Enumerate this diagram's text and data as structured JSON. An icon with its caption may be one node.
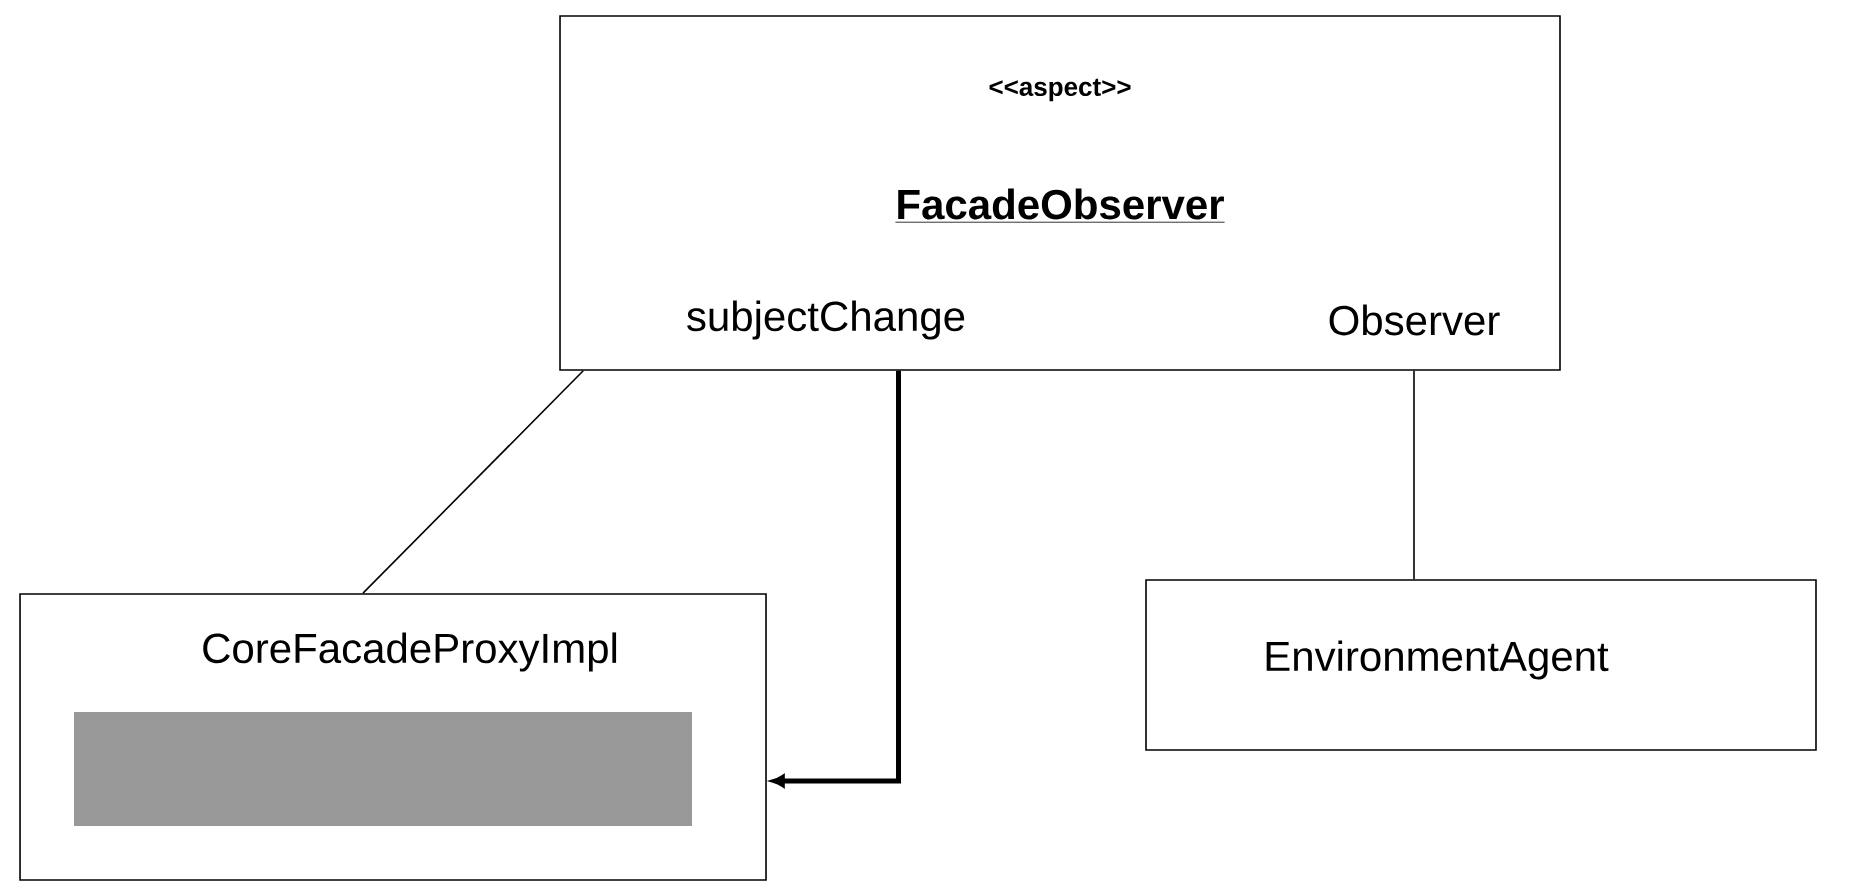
{
  "diagram": {
    "nodes": [
      {
        "text": [
          "<<aspect>>",
          "FacadeObserver"
        ]
      },
      {
        "text": [
          "subjectChange"
        ],
        "in": 0
      },
      {
        "text": [
          "Observer"
        ],
        "in": 0
      },
      {
        "text": [
          "CoreFacadeProxyImpl"
        ]
      },
      {
        "text": [
          "EnvironmentAgent"
        ]
      }
    ],
    "edges": [
      {
        "from": 0,
        "to": 3,
        "arrow": "none"
      },
      {
        "from": 1,
        "to": 3,
        "arrow": "to",
        "style": "thick"
      },
      {
        "from": 2,
        "to": 4,
        "arrow": "none"
      }
    ]
  }
}
